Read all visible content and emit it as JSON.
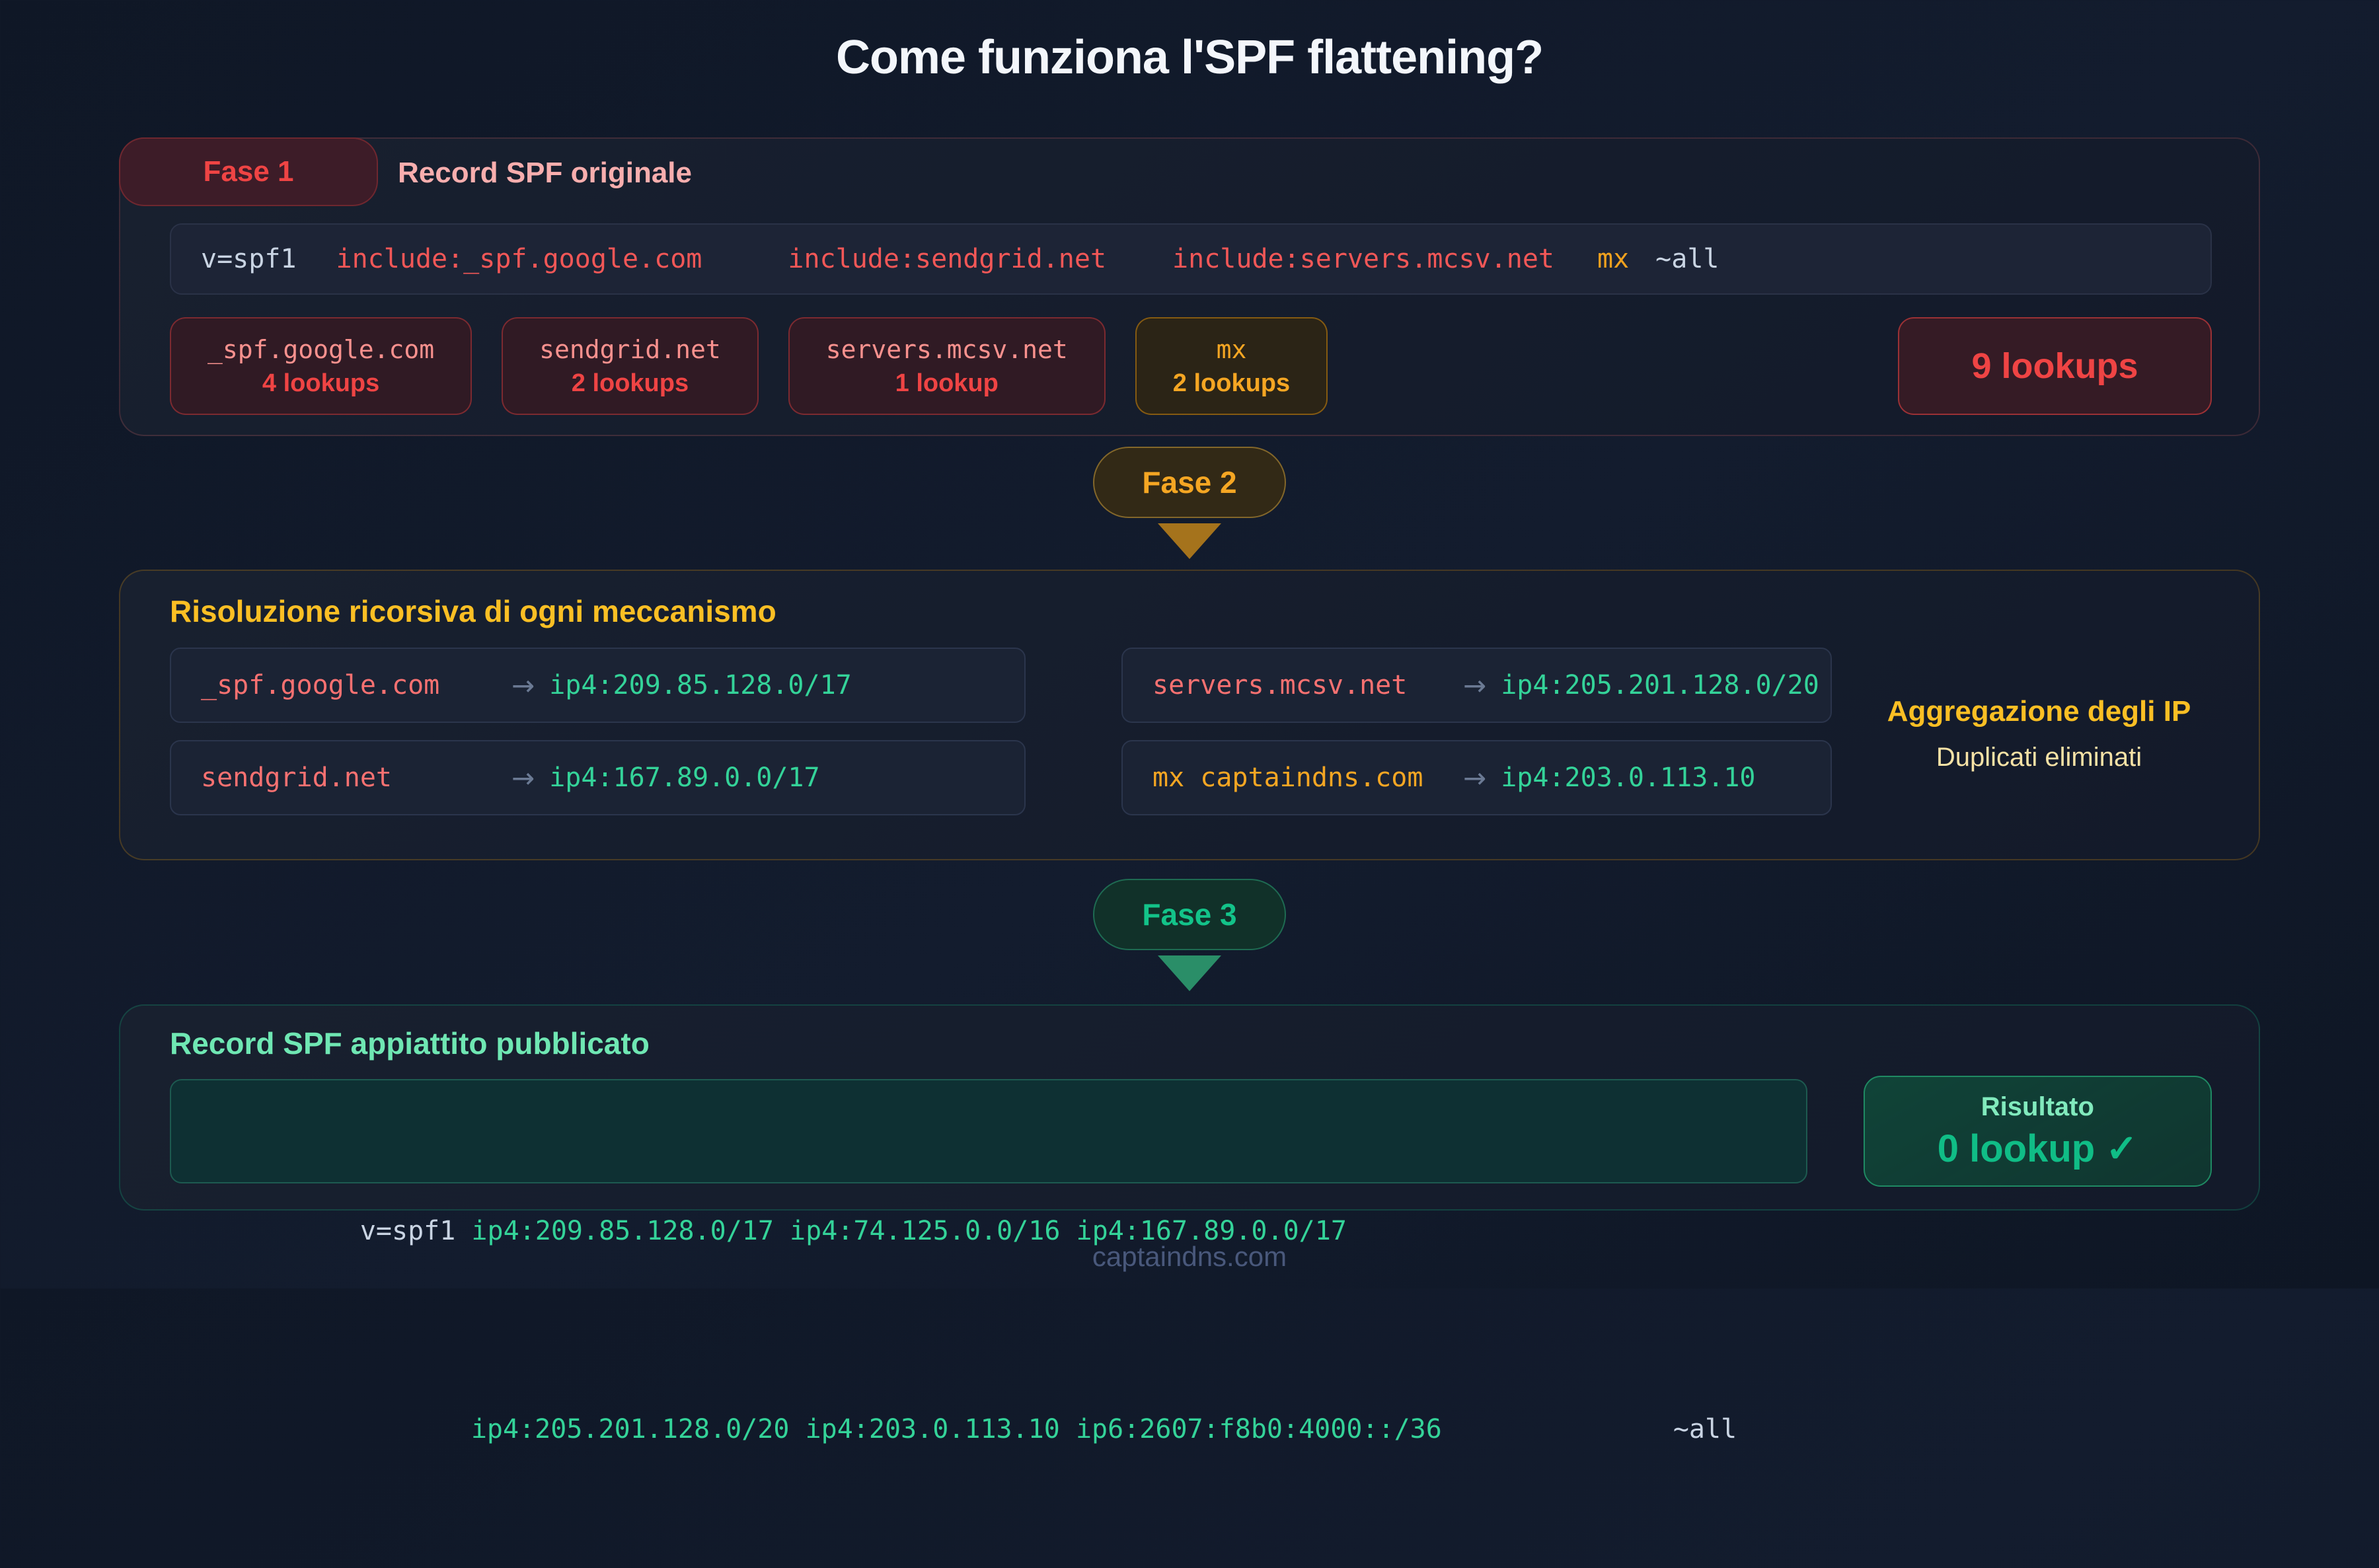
{
  "title": "Come funziona l'SPF flattening?",
  "footer": "captaindns.com",
  "colors": {
    "background": "#101828",
    "red_accent": "#ef4444",
    "amber_accent": "#f5a623",
    "green_accent": "#10b981",
    "ip_green": "#34d399"
  },
  "phase1": {
    "badge": "Fase 1",
    "label": "Record SPF originale",
    "record": {
      "version": "v=spf1",
      "includes": [
        "include:_spf.google.com",
        "include:sendgrid.net",
        "include:servers.mcsv.net"
      ],
      "mx": "mx",
      "all": "~all"
    },
    "chips": [
      {
        "domain": "_spf.google.com",
        "count": "4 lookups"
      },
      {
        "domain": "sendgrid.net",
        "count": "2 lookups"
      },
      {
        "domain": "servers.mcsv.net",
        "count": "1 lookup"
      },
      {
        "domain": "mx",
        "count": "2 lookups"
      }
    ],
    "total": "9 lookups"
  },
  "phase2": {
    "badge": "Fase 2",
    "heading": "Risoluzione ricorsiva di ogni meccanismo",
    "rows": [
      {
        "mechanism": "_spf.google.com",
        "arrow": "→",
        "result": "ip4:209.85.128.0/17"
      },
      {
        "mechanism": "servers.mcsv.net",
        "arrow": "→",
        "result": "ip4:205.201.128.0/20"
      },
      {
        "mechanism": "sendgrid.net",
        "arrow": "→",
        "result": "ip4:167.89.0.0/17"
      },
      {
        "mechanism": "mx captaindns.com",
        "arrow": "→",
        "result": "ip4:203.0.113.10"
      }
    ],
    "aggregation_title": "Aggregazione degli IP",
    "aggregation_subtitle": "Duplicati eliminati"
  },
  "phase3": {
    "badge": "Fase 3",
    "heading": "Record SPF appiattito pubblicato",
    "record": {
      "version": "v=spf1 ",
      "line1": "ip4:209.85.128.0/17 ip4:74.125.0.0/16 ip4:167.89.0.0/17",
      "line2": "ip4:205.201.128.0/20 ip4:203.0.113.10 ip6:2607:f8b0:4000::/36",
      "all": "~all"
    },
    "result_label": "Risultato",
    "result_value": "0 lookup ✓"
  }
}
